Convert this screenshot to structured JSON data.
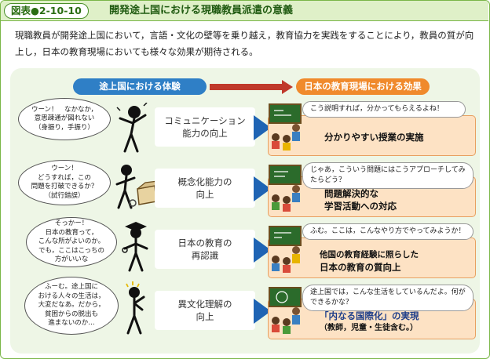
{
  "header": {
    "fig_label": "図表●2-10-10",
    "title": "開発途上国における現職教員派遣の意義"
  },
  "intro": "現職教員が開発途上国において，言語・文化の壁等を乗り越え，教育協力を実践をすることにより，教員の質が向上し，日本の教育現場においても様々な効果が期待される。",
  "pills": {
    "left": "途上国における体験",
    "right": "日本の教育現場における効果"
  },
  "rows": [
    {
      "bubble": [
        "ウーン！　なかなか，",
        "意思疎通が図れない",
        "（身振り，手振り）"
      ],
      "mid": [
        "コミュニケーション",
        "能力の向上"
      ],
      "speech": "こう説明すれば，分かってもらえるよね！",
      "result": [
        "分かりやすい授業の実施"
      ]
    },
    {
      "bubble": [
        "ウーン！",
        "どうすれば，この",
        "問題を打破できるか？",
        "（試行錯誤）"
      ],
      "mid": [
        "概念化能力の",
        "向上"
      ],
      "speech": "じゃあ，こういう問題にはこうアプローチしてみたらどう？",
      "result": [
        "問題解決的な",
        "学習活動への対応"
      ]
    },
    {
      "bubble": [
        "そっかー！",
        "日本の教育って，",
        "こんな所がよいのか。",
        "でも，ここはこっちの",
        "方がいいな"
      ],
      "mid": [
        "日本の教育の",
        "再認識"
      ],
      "speech": "ふむ。ここは，こんなやり方でやってみようか！",
      "result": [
        "他国の教育経験に照らした",
        "日本の教育の質向上"
      ]
    },
    {
      "bubble": [
        "ふーむ。途上国に",
        "おける人々の生活は，",
        "大変だなあ。だから，",
        "貧困からの脱出も",
        "進まないのか…"
      ],
      "mid": [
        "異文化理解の",
        "向上"
      ],
      "speech": "途上国では，こんな生活をしているんだよ。何ができるかな？",
      "result": [
        "「内なる国際化」の実現",
        "（教師，児童・生徒含む。）"
      ]
    }
  ],
  "colors": {
    "frame_green": "#7ab648",
    "title_bg": "#dff0c8",
    "panel_bg": "#eef6e6",
    "pill_blue": "#2f7fc6",
    "pill_orange": "#f08a2c",
    "result_bg": "#fde2c4",
    "chevron_blue": "#1f64b4"
  },
  "icons": [
    "person-confused-icon",
    "person-thinking-box-icon",
    "graduate-person-icon",
    "person-idea-icon",
    "teacher-blackboard-icon",
    "students-icon"
  ]
}
